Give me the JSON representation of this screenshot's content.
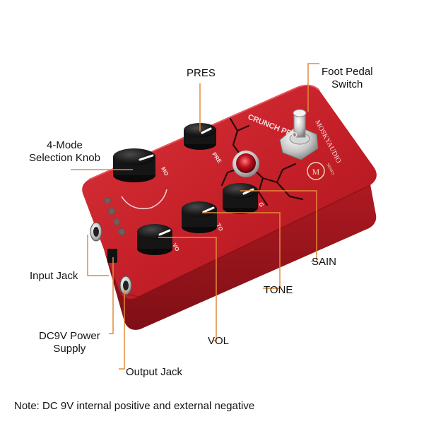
{
  "labels": {
    "pres": "PRES",
    "foot_switch": "Foot Pedal\nSwitch",
    "mode_knob": "4-Mode\nSelection Knob",
    "input_jack": "Input Jack",
    "power": "DC9V Power\nSupply",
    "output_jack": "Output Jack",
    "vol": "VOL",
    "tone": "TONE",
    "gain": "SAIN"
  },
  "note": "Note: DC 9V internal positive and external negative",
  "pedal": {
    "model": "CRUNCH PRO",
    "brand": "MOSKYAUDIO",
    "logo_letter": "M",
    "series": "SERIES",
    "knob_text": {
      "pres": "PRE",
      "tone": "TO",
      "vol": "VO",
      "gain": "G",
      "mode": "MO"
    }
  },
  "colors": {
    "body": "#c8202a",
    "body_dark": "#8e1218",
    "leader": "#e48a3c",
    "knob": "#1d1d1d",
    "jewel": "#c01020"
  }
}
